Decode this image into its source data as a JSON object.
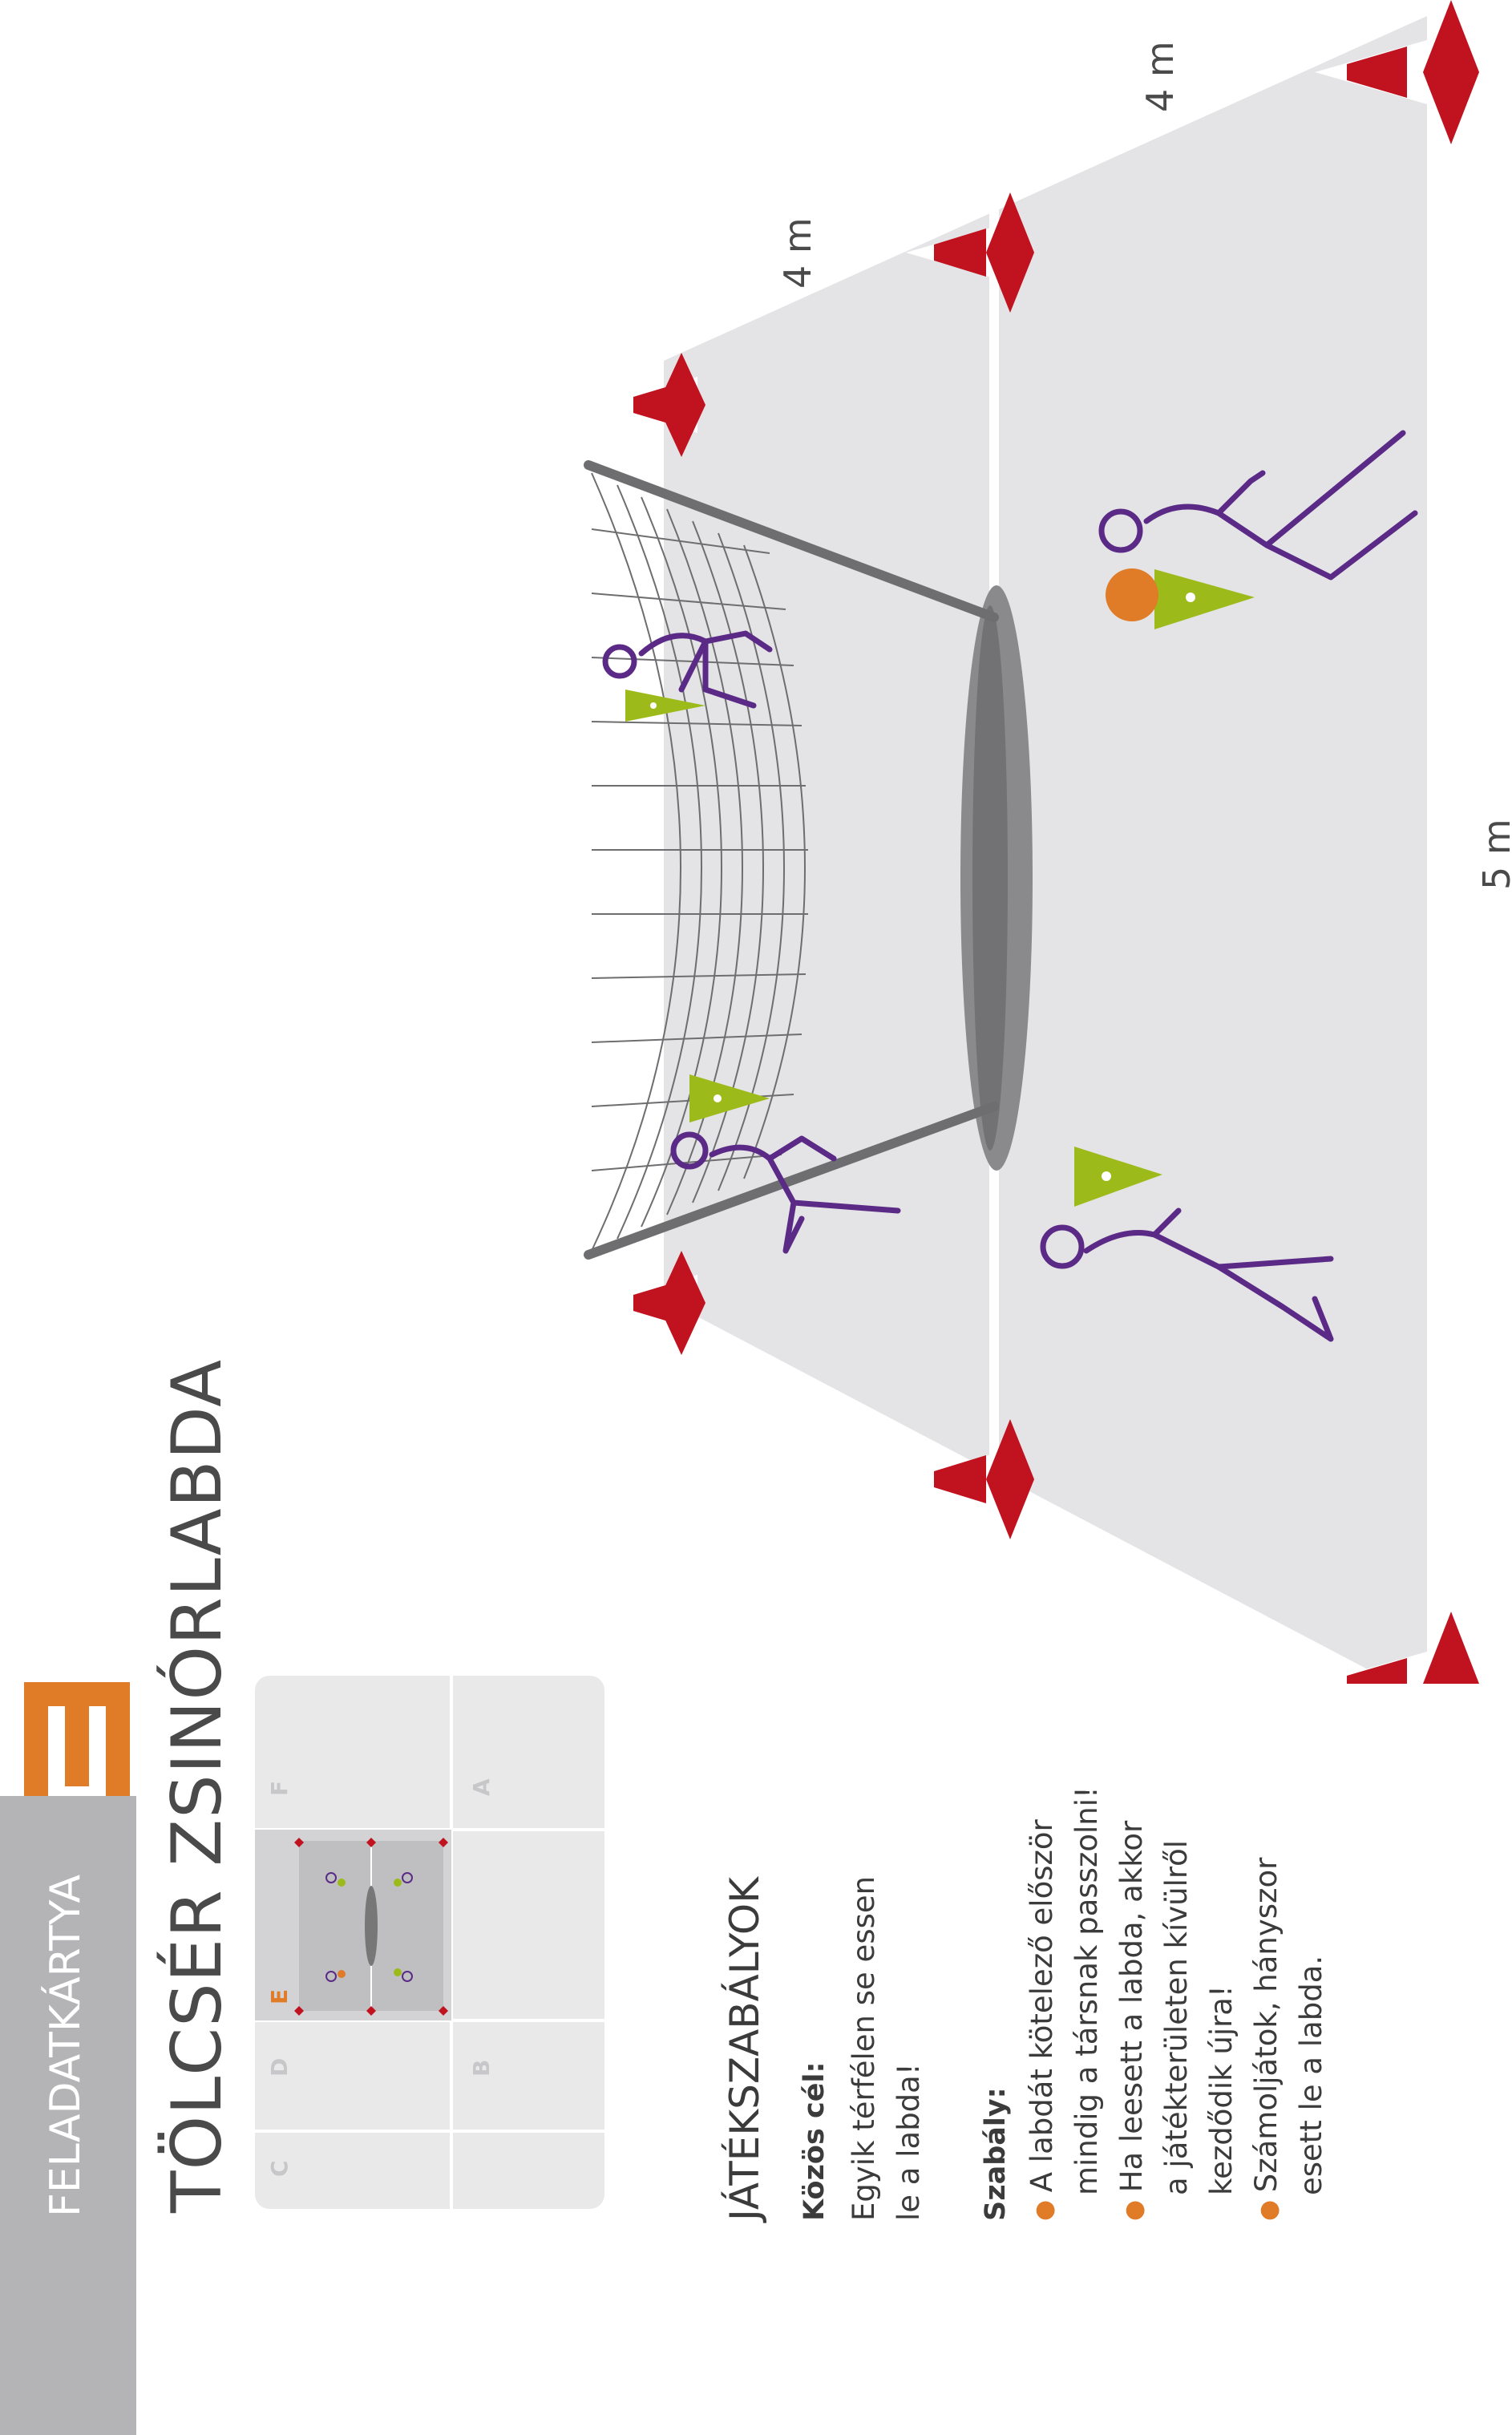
{
  "card": {
    "label": "FELADATKÁRTYA",
    "letter": "E",
    "title": "TÖLCSÉR ZSINÓRLABDA"
  },
  "mini_map": {
    "zones": [
      "C",
      "D",
      "E",
      "F",
      "B",
      "A"
    ],
    "highlight": "E"
  },
  "rules": {
    "heading": "JÁTÉKSZABÁLYOK",
    "goal_label": "Közös cél:",
    "goal_lines": [
      "Egyik térfélen se essen",
      "le a labda!"
    ],
    "rule_label": "Szabály:",
    "rule_lines": [
      {
        "bullet": true,
        "text": "A labdát kötelező először"
      },
      {
        "bullet": false,
        "text": "mindig a társnak passzolni!"
      },
      {
        "bullet": true,
        "text": "Ha leesett a labda, akkor"
      },
      {
        "bullet": false,
        "text": "a játékterületen kívülről"
      },
      {
        "bullet": false,
        "text": "kezdődik újra!"
      },
      {
        "bullet": true,
        "text": "Számoljátok, hányszor"
      },
      {
        "bullet": false,
        "text": "esett le a labda."
      }
    ]
  },
  "dimensions": {
    "width_a": "4 m",
    "width_b": "4 m",
    "length": "5 m"
  },
  "colors": {
    "accent": "#e07b27",
    "player": "#5a2a86",
    "cone_red": "#c0121f",
    "bib_green": "#9cbb1a",
    "field": "#e4e4e6",
    "bar": "#b4b4b6"
  }
}
